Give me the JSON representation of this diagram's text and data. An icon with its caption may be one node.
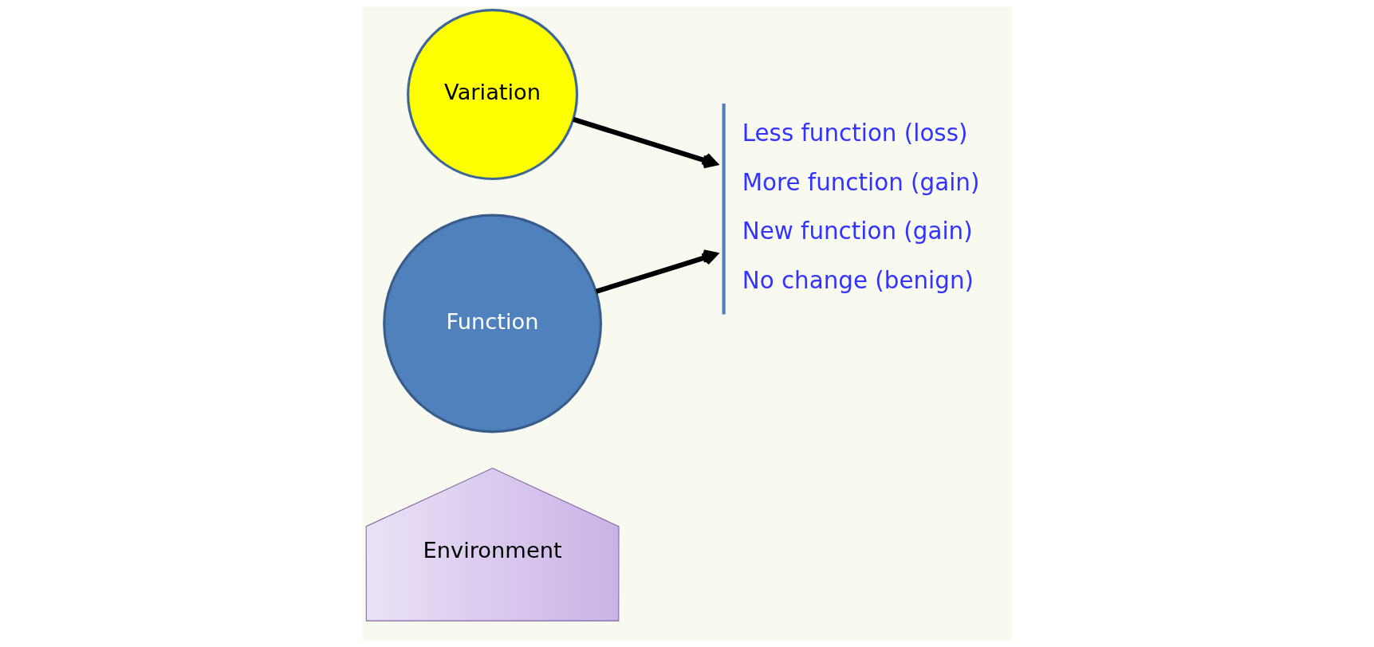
{
  "diagram": {
    "nodes": [
      {
        "text": [
          "Function"
        ]
      },
      {
        "text": [
          "Variation"
        ]
      },
      {
        "text": [
          "Environment"
        ]
      },
      {
        "text": [
          "Less function (loss)",
          "More function (gain)",
          "New function (gain)",
          "No change (benign)"
        ]
      }
    ],
    "edges": [
      {
        "from": 0,
        "to": 3,
        "arrow": "to"
      },
      {
        "from": 1,
        "to": 3,
        "arrow": "to"
      }
    ]
  }
}
